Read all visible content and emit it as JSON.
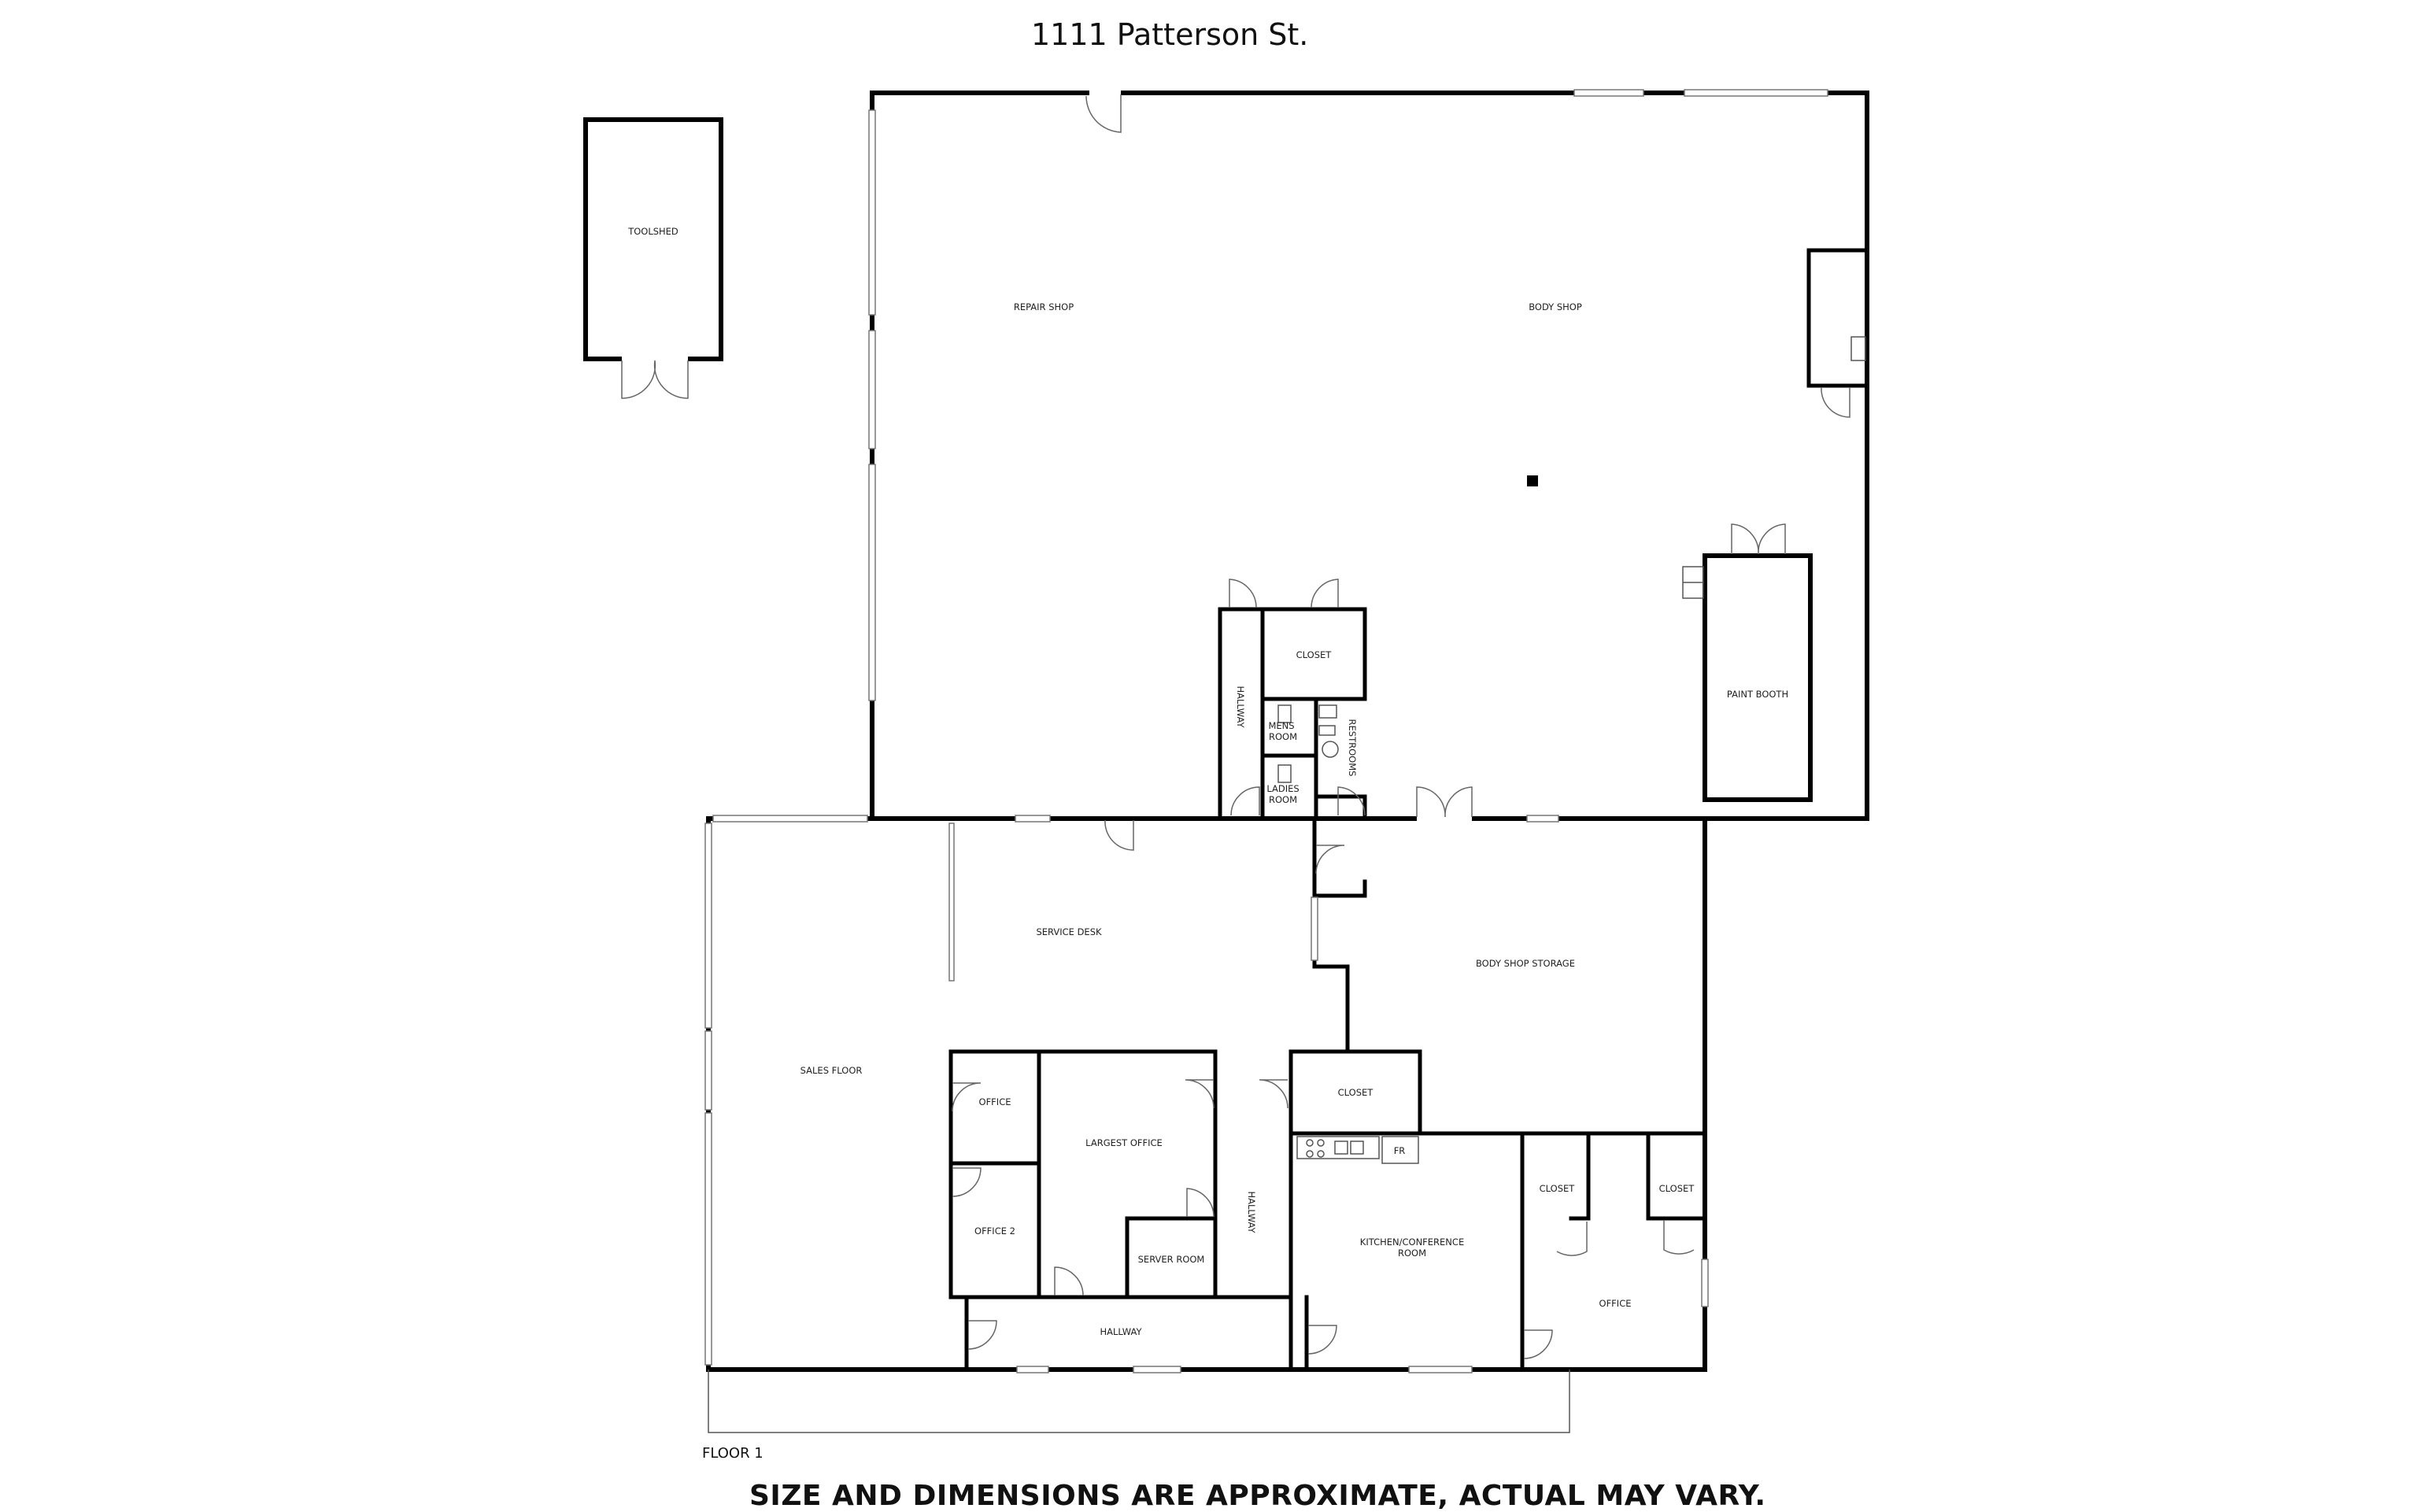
{
  "title": "1111 Patterson St.",
  "floor_label": "FLOOR 1",
  "disclaimer": "SIZE AND DIMENSIONS ARE APPROXIMATE, ACTUAL MAY VARY.",
  "rooms": {
    "toolshed": "TOOLSHED",
    "repair_shop": "REPAIR SHOP",
    "body_shop": "BODY SHOP",
    "closet_top": "CLOSET",
    "hallway_vertical": "HALLWAY",
    "restrooms": "RESTROOMS",
    "mens_room_1": "MENS",
    "mens_room_2": "ROOM",
    "ladies_room_1": "LADIES",
    "ladies_room_2": "ROOM",
    "paint_booth": "PAINT BOOTH",
    "service_desk": "SERVICE DESK",
    "body_shop_storage": "BODY SHOP STORAGE",
    "sales_floor": "SALES FLOOR",
    "office": "OFFICE",
    "office_2": "OFFICE 2",
    "largest_office": "LARGEST OFFICE",
    "server_room": "SERVER ROOM",
    "hallway_mid": "HALLWAY",
    "closet_mid": "CLOSET",
    "kitchen_1": "KITCHEN/CONFERENCE",
    "kitchen_2": "ROOM",
    "fridge": "FR",
    "closet_right_a": "CLOSET",
    "closet_right_b": "CLOSET",
    "office_right": "OFFICE",
    "hallway_bottom": "HALLWAY"
  }
}
